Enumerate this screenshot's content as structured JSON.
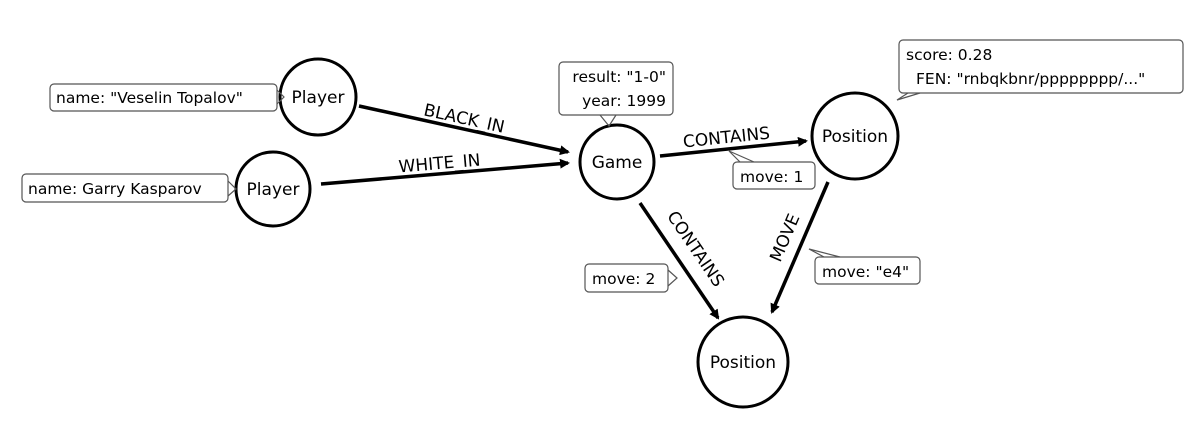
{
  "nodes": {
    "player_topalov": {
      "label": "Player",
      "prop": "name: \"Veselin Topalov\""
    },
    "player_kasparov": {
      "label": "Player",
      "prop": "name: Garry Kasparov"
    },
    "game": {
      "label": "Game",
      "prop_line1": "result: \"1-0\"",
      "prop_line2": "year: 1999"
    },
    "position_top": {
      "label": "Position",
      "prop_line1": "score: 0.28",
      "prop_line2": "FEN: \"rnbqkbnr/pppppppp/...\""
    },
    "position_bottom": {
      "label": "Position"
    }
  },
  "edges": {
    "black_in": {
      "label": "BLACK_IN"
    },
    "white_in": {
      "label": "WHITE_IN"
    },
    "contains_top": {
      "label": "CONTAINS",
      "prop": "move: 1"
    },
    "contains_bottom": {
      "label": "CONTAINS",
      "prop": "move: 2"
    },
    "move": {
      "label": "MOVE",
      "prop": "move: \"e4\""
    }
  }
}
